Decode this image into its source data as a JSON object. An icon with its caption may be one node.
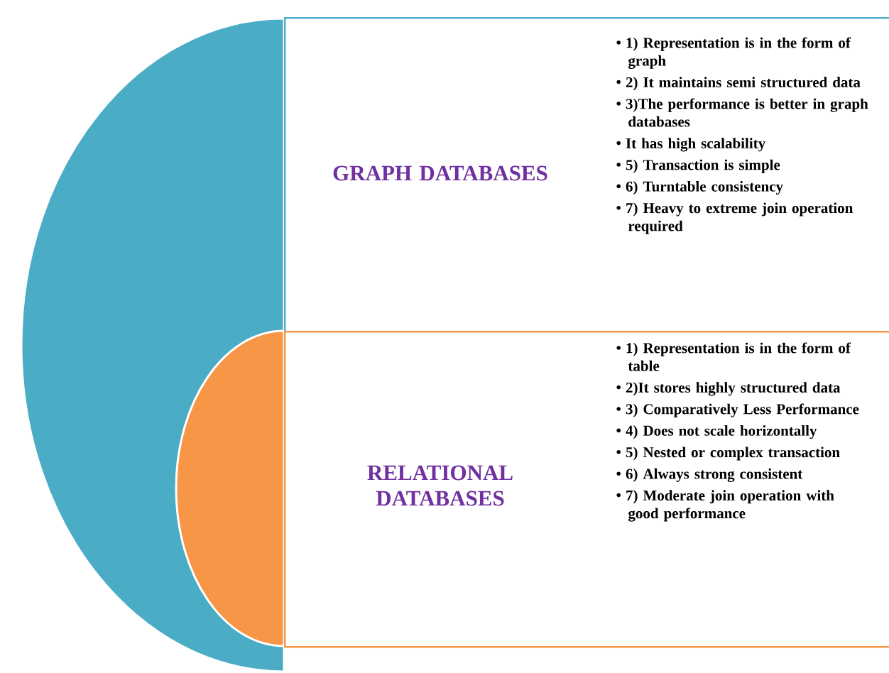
{
  "diagram": {
    "nodes": [
      {
        "text": [
          "GRAPH DATABASES",
          "1) Representation is in the form of graph",
          "2) It maintains semi structured data",
          "3)The performance is better in graph databases",
          "It has high scalability",
          "5) Transaction is simple",
          "6) Turntable consistency",
          "7) Heavy to extreme join operation required"
        ]
      },
      {
        "text": [
          "RELATIONAL DATABASES",
          "1) Representation is in the form of table",
          "2)It stores highly structured data",
          "3) Comparatively Less Performance",
          "4) Does not scale horizontally",
          "5) Nested or complex transaction",
          "6) Always strong consistent",
          "7) Moderate join operation with good performance"
        ]
      }
    ]
  }
}
